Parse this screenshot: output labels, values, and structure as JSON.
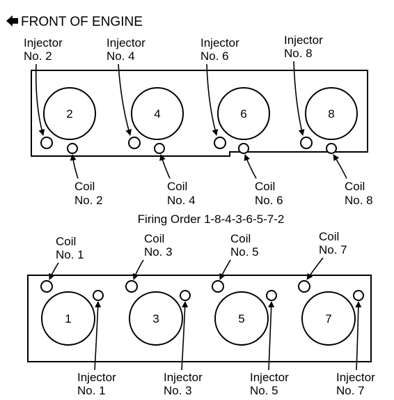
{
  "header": {
    "arrow_icon": "left-arrow-icon",
    "text": "FRONT OF ENGINE"
  },
  "firing_order": "Firing Order 1-8-4-3-6-5-7-2",
  "top_bank": {
    "cylinders": [
      "2",
      "4",
      "6",
      "8"
    ],
    "injector_labels": [
      {
        "line1": "Injector",
        "line2": "No. 2"
      },
      {
        "line1": "Injector",
        "line2": "No. 4"
      },
      {
        "line1": "Injector",
        "line2": "No. 6"
      },
      {
        "line1": "Injector",
        "line2": "No. 8"
      }
    ],
    "coil_labels": [
      {
        "line1": "Coil",
        "line2": "No. 2"
      },
      {
        "line1": "Coil",
        "line2": "No. 4"
      },
      {
        "line1": "Coil",
        "line2": "No. 6"
      },
      {
        "line1": "Coil",
        "line2": "No. 8"
      }
    ]
  },
  "bottom_bank": {
    "cylinders": [
      "1",
      "3",
      "5",
      "7"
    ],
    "coil_labels": [
      {
        "line1": "Coil",
        "line2": "No. 1"
      },
      {
        "line1": "Coil",
        "line2": "No. 3"
      },
      {
        "line1": "Coil",
        "line2": "No. 5"
      },
      {
        "line1": "Coil",
        "line2": "No. 7"
      }
    ],
    "injector_labels": [
      {
        "line1": "Injector",
        "line2": "No. 1"
      },
      {
        "line1": "Injector",
        "line2": "No. 3"
      },
      {
        "line1": "Injector",
        "line2": "No. 5"
      },
      {
        "line1": "Injector",
        "line2": "No. 7"
      }
    ]
  }
}
